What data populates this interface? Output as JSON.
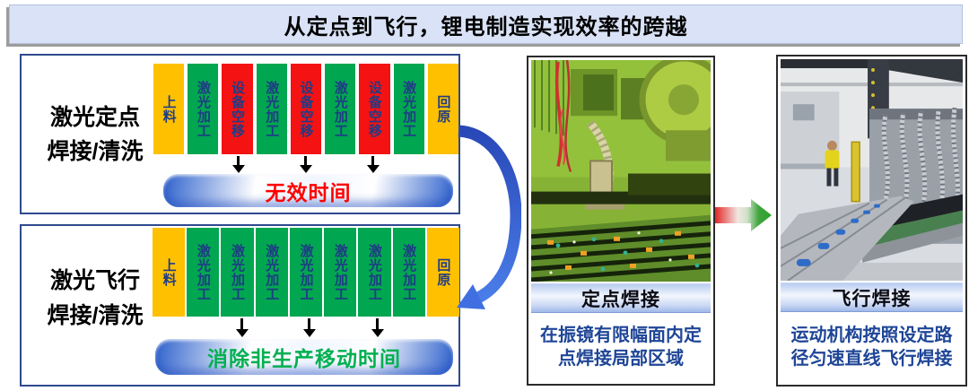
{
  "title": {
    "text": "从定点到飞行，锂电制造实现效率的跨越"
  },
  "process_rows": {
    "fixed": {
      "label_line1": "激光定点",
      "label_line2": "焊接/清洗",
      "blocks": [
        {
          "label": "上料",
          "type": "yellow"
        },
        {
          "label": "激光加工",
          "type": "green"
        },
        {
          "label": "设备空移",
          "type": "red"
        },
        {
          "label": "激光加工",
          "type": "green"
        },
        {
          "label": "设备空移",
          "type": "red"
        },
        {
          "label": "激光加工",
          "type": "green"
        },
        {
          "label": "设备空移",
          "type": "red"
        },
        {
          "label": "激光加工",
          "type": "green"
        },
        {
          "label": "回原",
          "type": "yellow"
        }
      ],
      "result_label": "无效时间"
    },
    "flight": {
      "label_line1": "激光飞行",
      "label_line2": "焊接/清洗",
      "blocks": [
        {
          "label": "上料",
          "type": "yellow"
        },
        {
          "label": "激光加工",
          "type": "green"
        },
        {
          "label": "激光加工",
          "type": "green"
        },
        {
          "label": "激光加工",
          "type": "green"
        },
        {
          "label": "激光加工",
          "type": "green"
        },
        {
          "label": "激光加工",
          "type": "green"
        },
        {
          "label": "激光加工",
          "type": "green"
        },
        {
          "label": "激光加工",
          "type": "green"
        },
        {
          "label": "回原",
          "type": "yellow"
        }
      ],
      "result_label": "消除非生产移动时间"
    }
  },
  "panels": {
    "fixed": {
      "caption": "定点焊接",
      "description": "在振镜有限幅面内定点焊接局部区域",
      "photo": "fixed-point-welding-photo"
    },
    "flight": {
      "caption": "飞行焊接",
      "description": "运动机构按照设定路径匀速直线飞行焊接",
      "photo": "flight-welding-photo"
    }
  },
  "colors": {
    "title_bg": "#D9E2F6",
    "block_yellow": "#FFC000",
    "block_green": "#00A650",
    "block_red": "#F41212",
    "block_text_blue": "#1F3C85",
    "result_bar_blue": "#2F62CC",
    "invalid_time_text": "#FF0000",
    "eliminate_time_text": "#00B050",
    "loop_arrow_blue": "#2F5BD0",
    "transition_red": "#E01818",
    "transition_green": "#28A428",
    "caption_bar_blue": "#B9CCF0",
    "description_text_blue": "#1E4596"
  }
}
